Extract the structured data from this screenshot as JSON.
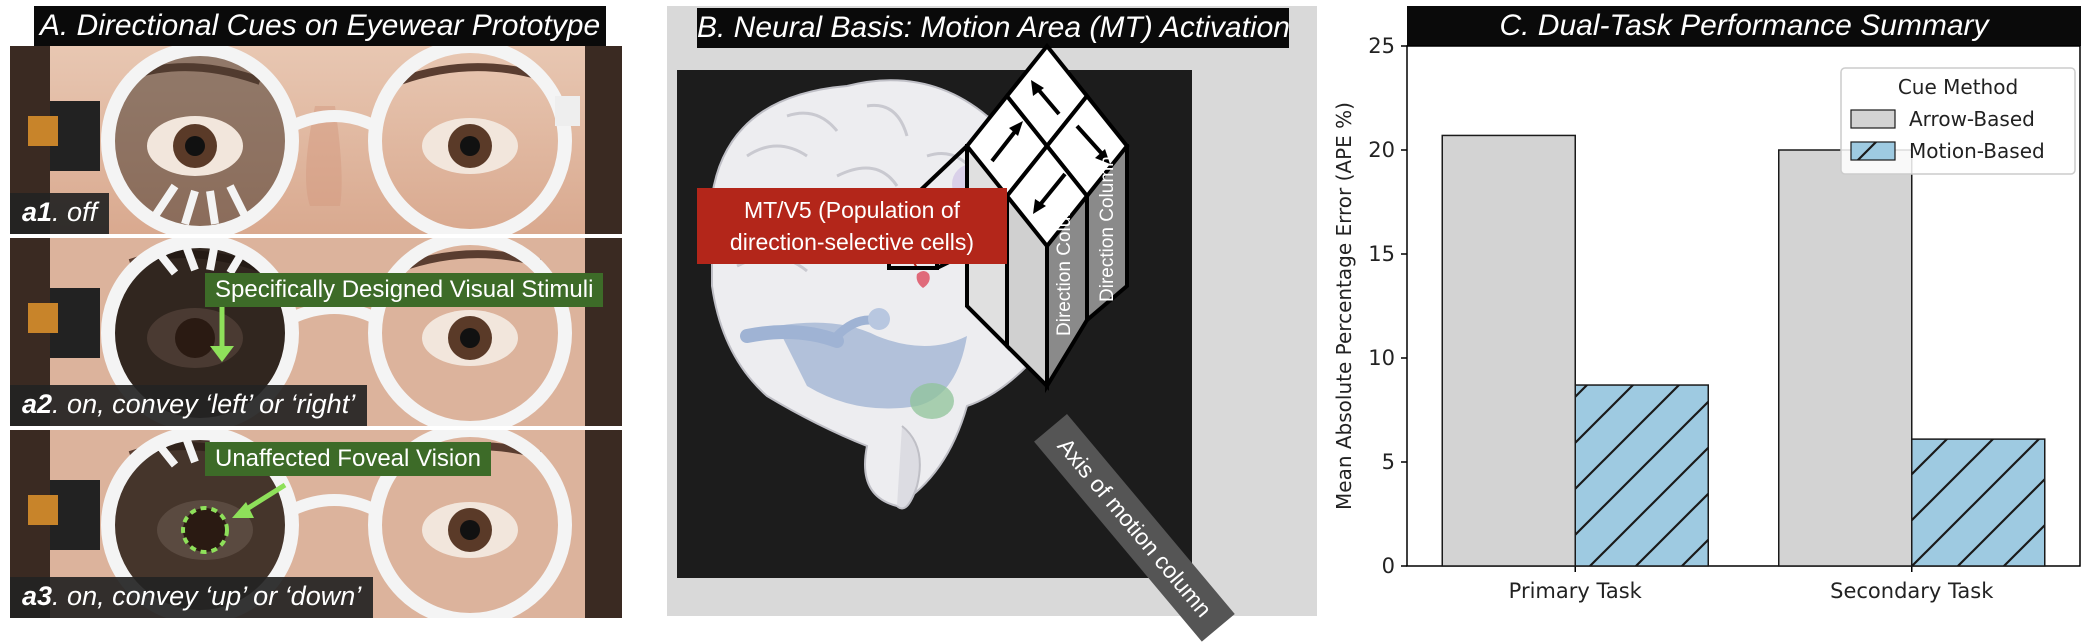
{
  "colors": {
    "title_bg": "#0a0a0a",
    "green_label": "#3d6b28",
    "mt_red": "#b3261a",
    "arrow_bar": "#d3d3d3",
    "motion_bar": "#9ecae1",
    "panel_b_bg": "#d9d9d9"
  },
  "panel_a": {
    "title": "A. Directional Cues on Eyewear Prototype",
    "photos": [
      {
        "id": "a1",
        "label": "a1",
        "text": ". off"
      },
      {
        "id": "a2",
        "label": "a2",
        "text": ". on, convey ‘left’ or ‘right’"
      },
      {
        "id": "a3",
        "label": "a3",
        "text": ". on, convey ‘up’ or ‘down’"
      }
    ],
    "annotations": {
      "stimuli": "Specifically Designed Visual Stimuli",
      "foveal": "Unaffected Foveal Vision"
    }
  },
  "panel_b": {
    "title": "B. Neural Basis: Motion Area (MT) Activation",
    "mt_label_line1": "MT/V5 (Population of",
    "mt_label_line2": "direction-selective cells)",
    "column_label_1": "Direction Column",
    "column_label_2": "Direction Column",
    "axis_label": "Axis of motion column"
  },
  "panel_c": {
    "title": "C. Dual-Task Performance Summary",
    "legend_title": "Cue Method"
  },
  "chart_data": {
    "type": "bar",
    "title": "C. Dual-Task Performance Summary",
    "categories": [
      "Primary Task",
      "Secondary Task"
    ],
    "series": [
      {
        "name": "Arrow-Based",
        "values": [
          20.7,
          20.0
        ],
        "color": "#d3d3d3",
        "hatch": false
      },
      {
        "name": "Motion-Based",
        "values": [
          8.7,
          6.1
        ],
        "color": "#9ecae1",
        "hatch": true
      }
    ],
    "xlabel": "",
    "ylabel": "Mean Absolute Percentage Error (APE %)",
    "ylim": [
      0,
      25
    ],
    "yticks": [
      0,
      5,
      10,
      15,
      20,
      25
    ],
    "grid": false,
    "legend_position": "top-right"
  }
}
